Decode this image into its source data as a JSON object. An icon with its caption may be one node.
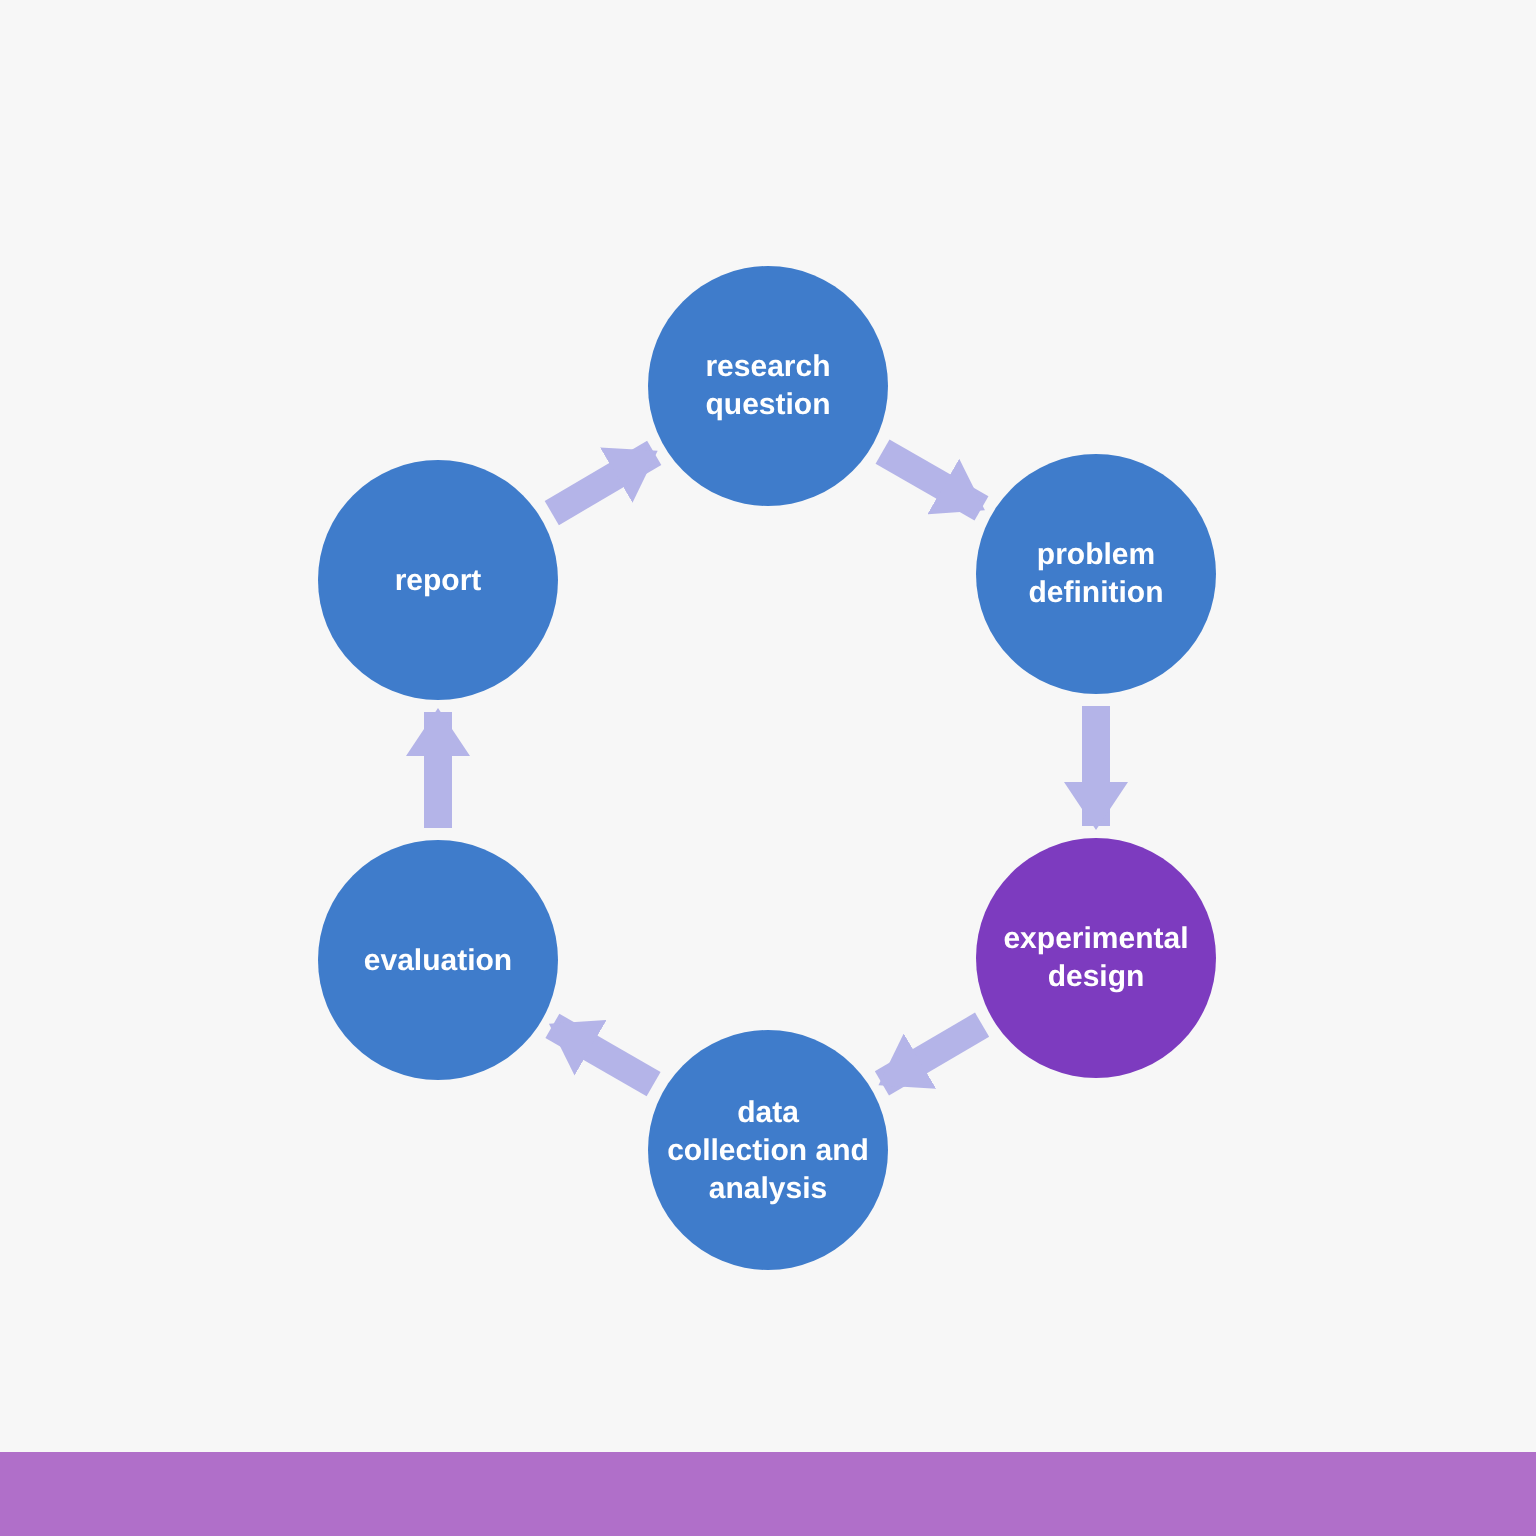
{
  "diagram": {
    "nodes": [
      {
        "text": [
          "research question"
        ]
      },
      {
        "text": [
          "problem definition"
        ]
      },
      {
        "text": [
          "experimental design"
        ]
      },
      {
        "text": [
          "data collection and analysis"
        ]
      },
      {
        "text": [
          "evaluation"
        ]
      },
      {
        "text": [
          "report"
        ]
      }
    ],
    "edges": [
      {
        "from": 0,
        "to": 1,
        "arrow": "to"
      },
      {
        "from": 1,
        "to": 2,
        "arrow": "to"
      },
      {
        "from": 2,
        "to": 3,
        "arrow": "to"
      },
      {
        "from": 3,
        "to": 4,
        "arrow": "to"
      },
      {
        "from": 4,
        "to": 5,
        "arrow": "to"
      },
      {
        "from": 5,
        "to": 0,
        "arrow": "to"
      }
    ]
  }
}
